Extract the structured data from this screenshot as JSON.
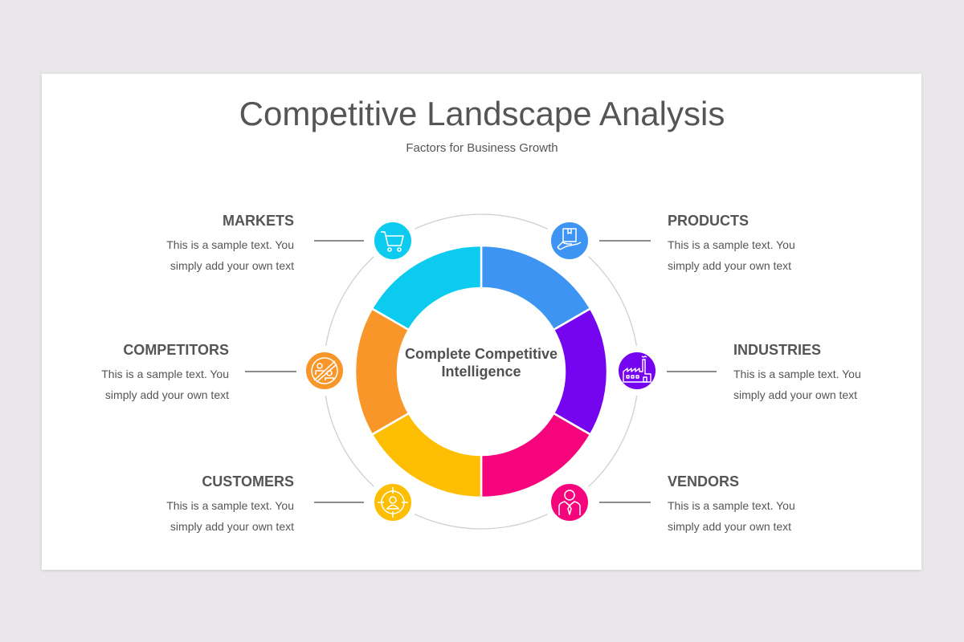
{
  "header": {
    "title": "Competitive Landscape Analysis",
    "subtitle": "Factors for Business Growth"
  },
  "center": {
    "label": "Complete Competitive Intelligence"
  },
  "segments": [
    {
      "name": "products",
      "color": "#3d94f2"
    },
    {
      "name": "industries",
      "color": "#7505ef"
    },
    {
      "name": "vendors",
      "color": "#f6047c"
    },
    {
      "name": "customers",
      "color": "#fdbe03"
    },
    {
      "name": "competitors",
      "color": "#f8962a"
    },
    {
      "name": "markets",
      "color": "#0ccbef"
    }
  ],
  "factors": {
    "markets": {
      "title": "MARKETS",
      "line1": "This is a sample text. You",
      "line2": "simply add your own text",
      "icon": "shopping-cart-icon"
    },
    "products": {
      "title": "PRODUCTS",
      "line1": "This is a sample text. You",
      "line2": "simply add your own text",
      "icon": "box-in-hand-icon"
    },
    "competitors": {
      "title": "COMPETITORS",
      "line1": "This is a sample text. You",
      "line2": "simply add your own text",
      "icon": "no-competitors-icon"
    },
    "industries": {
      "title": "INDUSTRIES",
      "line1": "This is a sample text. You",
      "line2": "simply add your own text",
      "icon": "factory-icon"
    },
    "customers": {
      "title": "CUSTOMERS",
      "line1": "This is a sample text. You",
      "line2": "simply add your own text",
      "icon": "target-user-icon"
    },
    "vendors": {
      "title": "VENDORS",
      "line1": "This is a sample text. You",
      "line2": "simply add your own text",
      "icon": "businessman-icon"
    }
  }
}
